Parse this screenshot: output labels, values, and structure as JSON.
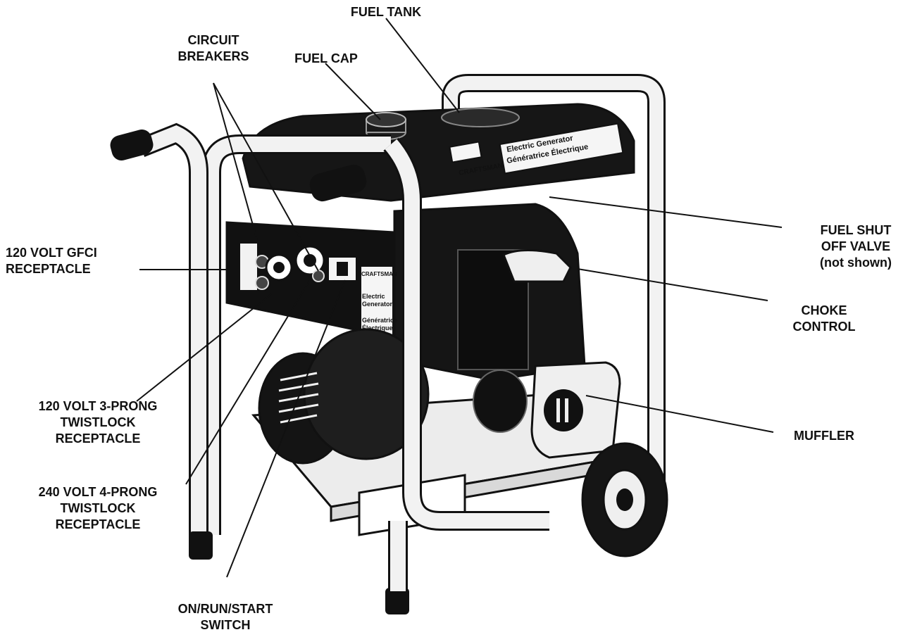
{
  "diagram": {
    "callouts": {
      "fuel_tank": {
        "lines": [
          "FUEL TANK"
        ]
      },
      "fuel_cap": {
        "lines": [
          "FUEL CAP"
        ]
      },
      "circuit_breakers": {
        "lines": [
          "CIRCUIT",
          "BREAKERS"
        ]
      },
      "gfci": {
        "lines": [
          "120 VOLT GFCI",
          "RECEPTACLE"
        ]
      },
      "fuel_shutoff": {
        "lines": [
          "FUEL SHUT",
          "OFF VALVE",
          "(not shown)"
        ]
      },
      "choke": {
        "lines": [
          "CHOKE",
          "CONTROL"
        ]
      },
      "muffler": {
        "lines": [
          "MUFFLER"
        ]
      },
      "twistlock_120": {
        "lines": [
          "120 VOLT 3-PRONG",
          "TWISTLOCK",
          "RECEPTACLE"
        ]
      },
      "twistlock_240": {
        "lines": [
          "240 VOLT 4-PRONG",
          "TWISTLOCK",
          "RECEPTACLE"
        ]
      },
      "switch": {
        "lines": [
          "ON/RUN/START",
          "SWITCH"
        ]
      }
    },
    "decals": {
      "brand": "CRAFTSMAN",
      "line_en": "Electric Generator",
      "line_fr": "Génératrice Électrique",
      "panel_en": "Electric",
      "panel_en2": "Generator",
      "panel_fr": "Génératrice",
      "panel_fr2": "Électrique"
    },
    "colors": {
      "ink": "#111111",
      "paper": "#ffffff",
      "frame": "#f2f2f2"
    }
  }
}
